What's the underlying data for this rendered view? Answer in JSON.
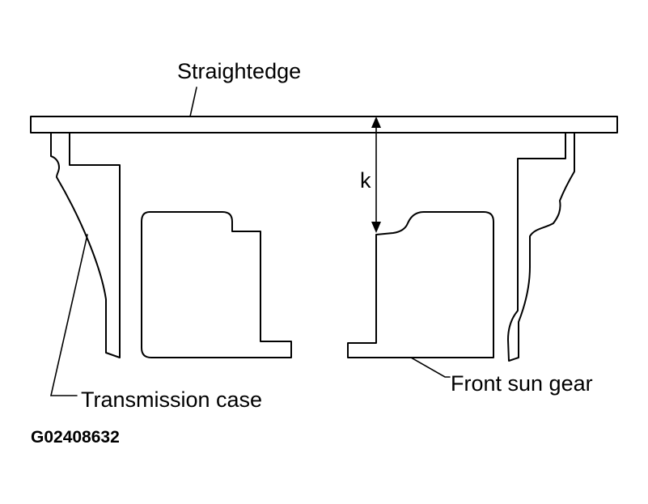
{
  "labels": {
    "straightedge": "Straightedge",
    "dimension": "k",
    "transmission_case": "Transmission case",
    "front_sun_gear": "Front sun gear",
    "figure_code": "G02408632"
  },
  "colors": {
    "line": "#000000",
    "background": "#ffffff"
  }
}
